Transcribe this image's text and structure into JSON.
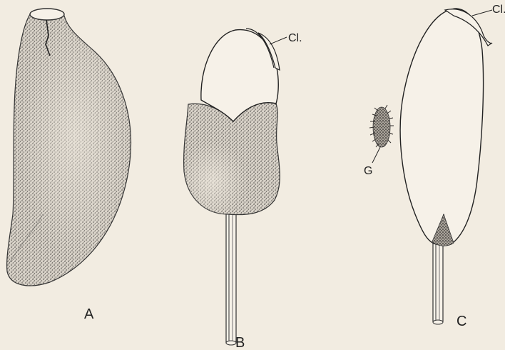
{
  "figure": {
    "panel_labels": {
      "a": "A",
      "b": "B",
      "c": "C"
    },
    "callouts": {
      "cl_b": "Cl.",
      "cl_c": "Cl.",
      "g": "G"
    }
  },
  "colors": {
    "background": "#f2ece1",
    "ink": "#222222",
    "stipple": "#4a4744",
    "fill_light": "#f6f1e8"
  }
}
